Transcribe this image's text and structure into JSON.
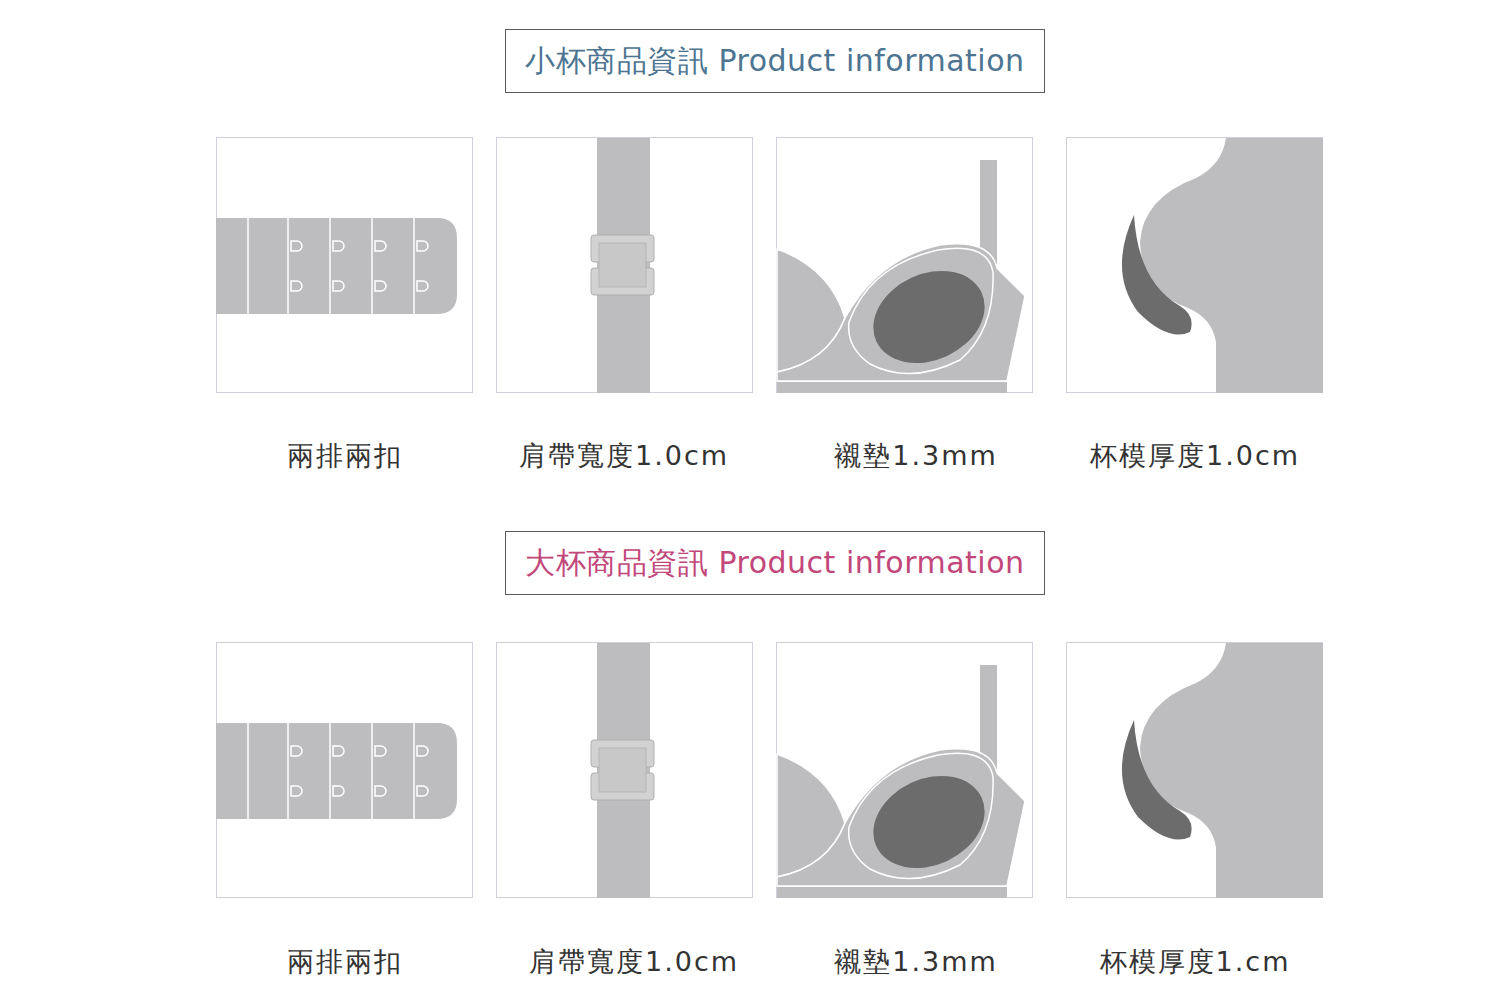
{
  "diagram": {
    "nodes": [
      {
        "text": [
          "小杯商品資訊 Product information"
        ]
      },
      {
        "text": [
          "大杯商品資訊 Product information"
        ]
      }
    ],
    "labels": [
      "兩排兩扣",
      "肩帶寬度1.0cm",
      "襯墊1.3mm",
      "杯模厚度1.0cm",
      "兩排兩扣",
      "肩帶寬度1.0cm",
      "襯墊1.3mm",
      "杯模厚度1.cm"
    ]
  }
}
